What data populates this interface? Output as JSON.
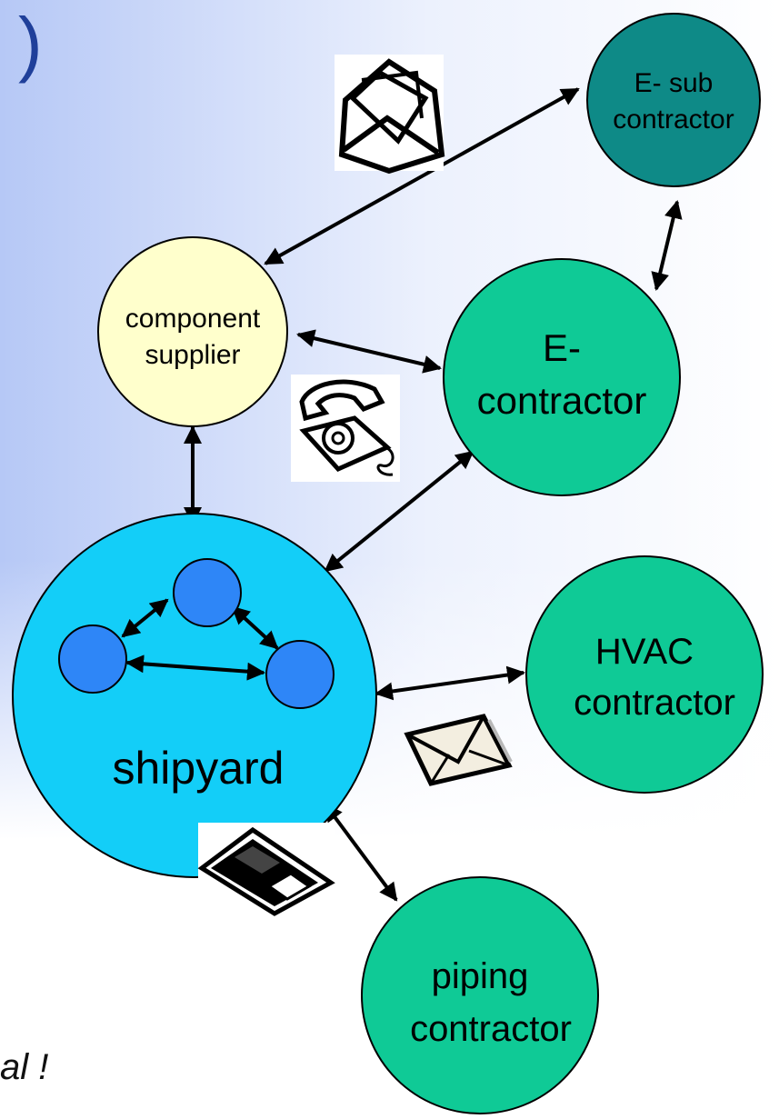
{
  "slide_fragments": {
    "top_paren": ")",
    "bottom_tail": "al !"
  },
  "nodes": {
    "e_sub_contractor": {
      "line1": "E- sub",
      "line2": "contractor",
      "color": "#0e8a87"
    },
    "component_supplier": {
      "line1": "component",
      "line2": "supplier",
      "color": "#ffffcc"
    },
    "e_contractor": {
      "line1": "E-",
      "line2": "contractor",
      "color": "#0fca96"
    },
    "shipyard": {
      "label": "shipyard",
      "color": "#13cef8"
    },
    "hvac_contractor": {
      "line1": "HVAC",
      "line2": "contractor",
      "color": "#0fca96"
    },
    "piping_contractor": {
      "line1": "piping",
      "line2": "contractor",
      "color": "#0fca96"
    }
  },
  "clipart": {
    "mail_stack": "envelopes-icon",
    "phone": "telephone-icon",
    "letter": "envelope-icon",
    "disk": "floppy-disk-icon"
  },
  "colors": {
    "background_gradient_left": "#b6c8f6",
    "inner_node": "#2e86f7",
    "arrow": "#000000"
  }
}
